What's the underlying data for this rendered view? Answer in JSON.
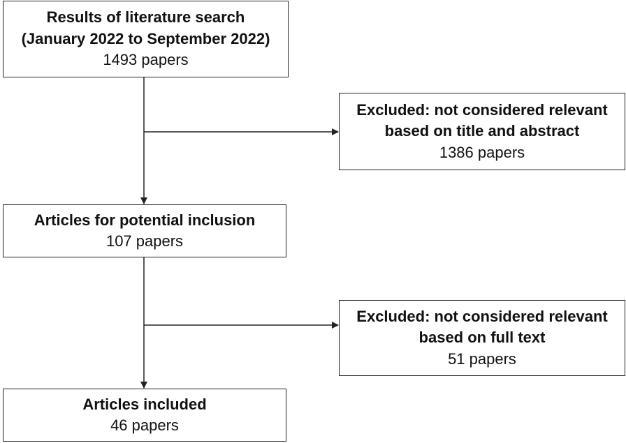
{
  "flowchart": {
    "search": {
      "title_line1": "Results of literature search",
      "title_line2": "(January 2022 to September 2022)",
      "count": "1493 papers"
    },
    "excluded_title_abstract": {
      "title_line1": "Excluded: not considered relevant",
      "title_line2": "based on title and abstract",
      "count": "1386 papers"
    },
    "potential_inclusion": {
      "title": "Articles for potential inclusion",
      "count": "107 papers"
    },
    "excluded_full_text": {
      "title_line1": "Excluded: not considered relevant",
      "title_line2": "based on full text",
      "count": "51 papers"
    },
    "included": {
      "title": "Articles included",
      "count": "46 papers"
    }
  },
  "colors": {
    "stroke": "#222222",
    "background": "#ffffff",
    "text": "#111111"
  }
}
